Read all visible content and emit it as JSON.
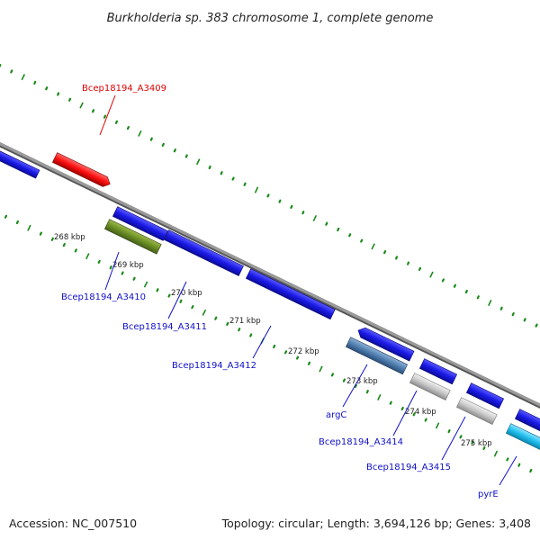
{
  "title": "Burkholderia sp. 383 chromosome 1, complete genome",
  "footer": {
    "accession": "Accession: NC_007510",
    "summary": "Topology: circular; Length: 3,694,126 bp; Genes: 3,408"
  },
  "scale_labels": [
    "268 kbp",
    "269 kbp",
    "270 kbp",
    "271 kbp",
    "272 kbp",
    "273 kbp",
    "274 kbp",
    "275 kbp"
  ],
  "gene_labels": [
    {
      "name": "Bcep18194_A3409",
      "color": "#e00000"
    },
    {
      "name": "Bcep18194_A3410",
      "color": "#1010c8"
    },
    {
      "name": "Bcep18194_A3411",
      "color": "#1010c8"
    },
    {
      "name": "Bcep18194_A3412",
      "color": "#1010c8"
    },
    {
      "name": "argC",
      "color": "#1010c8"
    },
    {
      "name": "Bcep18194_A3414",
      "color": "#1010c8"
    },
    {
      "name": "Bcep18194_A3415",
      "color": "#1010c8"
    },
    {
      "name": "pyrE",
      "color": "#1010c8"
    }
  ],
  "colors": {
    "backbone": "#8a8a8a",
    "tick_green": "#1a8a1a",
    "gene_blue": "#1a1ae6",
    "gene_red": "#ff1010",
    "gene_olive": "#6b8e23",
    "gene_steelblue": "#4f7fb0",
    "gene_gray": "#c8c8c8",
    "gene_cyan": "#22bfef"
  }
}
